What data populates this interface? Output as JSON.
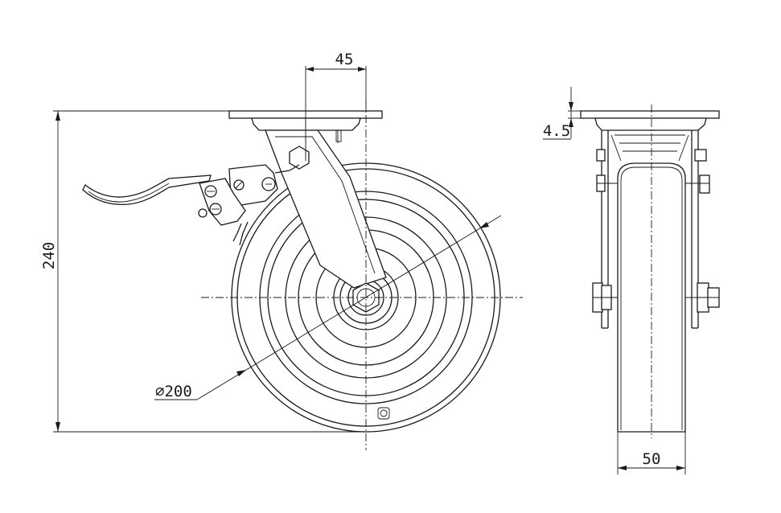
{
  "dimensions": {
    "offset": "45",
    "height": "240",
    "diameter": "⌀200",
    "plate_thickness": "4.5",
    "wheel_width": "50"
  }
}
